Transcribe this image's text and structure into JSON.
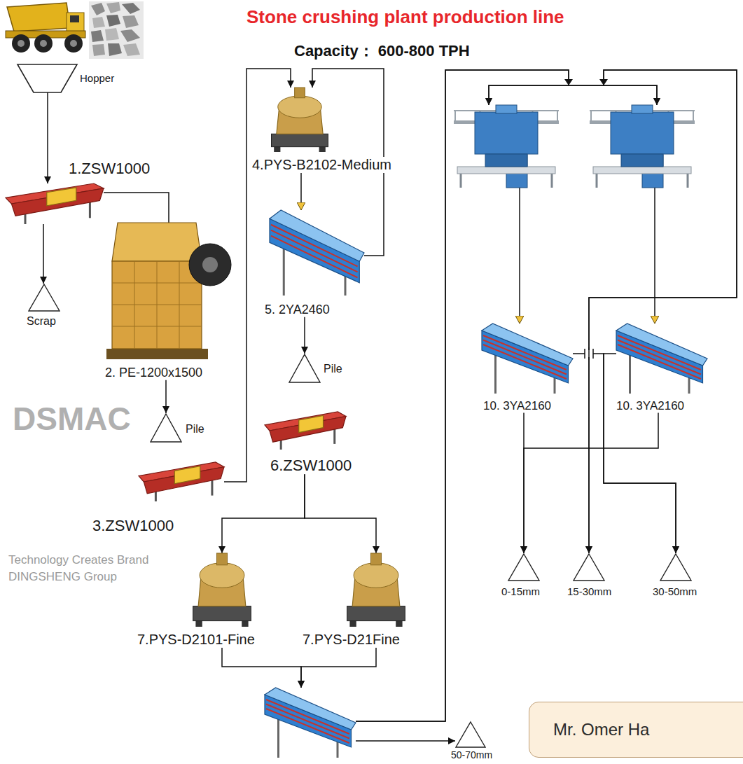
{
  "diagram": {
    "title": "Stone crushing plant production line",
    "nodes": [
      {
        "text": [
          "Hopper"
        ]
      },
      {
        "text": [
          "1.ZSW1000"
        ]
      },
      {
        "text": [
          "Scrap"
        ]
      },
      {
        "text": [
          "2. PE-1200x1500"
        ]
      },
      {
        "text": [
          "Pile"
        ]
      },
      {
        "text": [
          "3.ZSW1000"
        ]
      },
      {
        "text": [
          "4.PYS-B2102-Medium"
        ]
      },
      {
        "text": [
          "5. 2YA2460"
        ]
      },
      {
        "text": [
          "Pile"
        ]
      },
      {
        "text": [
          "6.ZSW1000"
        ]
      },
      {
        "text": [
          "7.PYS-D2101-Fine"
        ]
      },
      {
        "text": [
          "7.PYS-D21Fine"
        ]
      },
      {
        "text": []
      },
      {
        "text": []
      },
      {
        "text": []
      },
      {
        "text": [
          "10. 3YA2160"
        ]
      },
      {
        "text": [
          "10. 3YA2160"
        ]
      },
      {
        "text": [
          "0-15mm"
        ]
      },
      {
        "text": [
          "15-30mm"
        ]
      },
      {
        "text": [
          "30-50mm"
        ]
      },
      {
        "text": [
          "50-70mm"
        ]
      },
      {
        "text": [
          "Mr. Omer Ha"
        ]
      }
    ],
    "edges": [
      {
        "from": 0,
        "to": 1,
        "arrow": "to"
      },
      {
        "from": 1,
        "to": 2,
        "arrow": "to"
      },
      {
        "from": 1,
        "to": 3,
        "arrow": "none"
      },
      {
        "from": 3,
        "to": 4,
        "arrow": "to"
      },
      {
        "from": 5,
        "to": 6,
        "arrow": "to"
      },
      {
        "from": 6,
        "to": 7,
        "arrow": "to"
      },
      {
        "from": 7,
        "to": 6,
        "arrow": "to"
      },
      {
        "from": 7,
        "to": 8,
        "arrow": "to"
      },
      {
        "from": 9,
        "to": 10,
        "arrow": "to"
      },
      {
        "from": 9,
        "to": 11,
        "arrow": "to"
      },
      {
        "from": 10,
        "to": 12,
        "arrow": "to"
      },
      {
        "from": 11,
        "to": 12,
        "arrow": "to"
      },
      {
        "from": 12,
        "to": 20,
        "arrow": "to"
      },
      {
        "from": 12,
        "to": 13,
        "arrow": "to"
      },
      {
        "from": 12,
        "to": 14,
        "arrow": "to"
      },
      {
        "from": 13,
        "to": 15,
        "arrow": "to"
      },
      {
        "from": 14,
        "to": 16,
        "arrow": "to"
      },
      {
        "from": 15,
        "to": 17,
        "arrow": "to"
      },
      {
        "from": 16,
        "to": 17,
        "arrow": "to"
      },
      {
        "from": 15,
        "to": 19,
        "arrow": "to"
      },
      {
        "from": 16,
        "to": 19,
        "arrow": "to"
      },
      {
        "from": 18,
        "to": 13,
        "arrow": "both"
      },
      {
        "from": 18,
        "to": 14,
        "arrow": "both"
      }
    ],
    "labels": [
      "Capacity： 600-800 TPH",
      "DSMAC",
      "Technology Creates Brand",
      "DINGSHENG Group"
    ]
  }
}
